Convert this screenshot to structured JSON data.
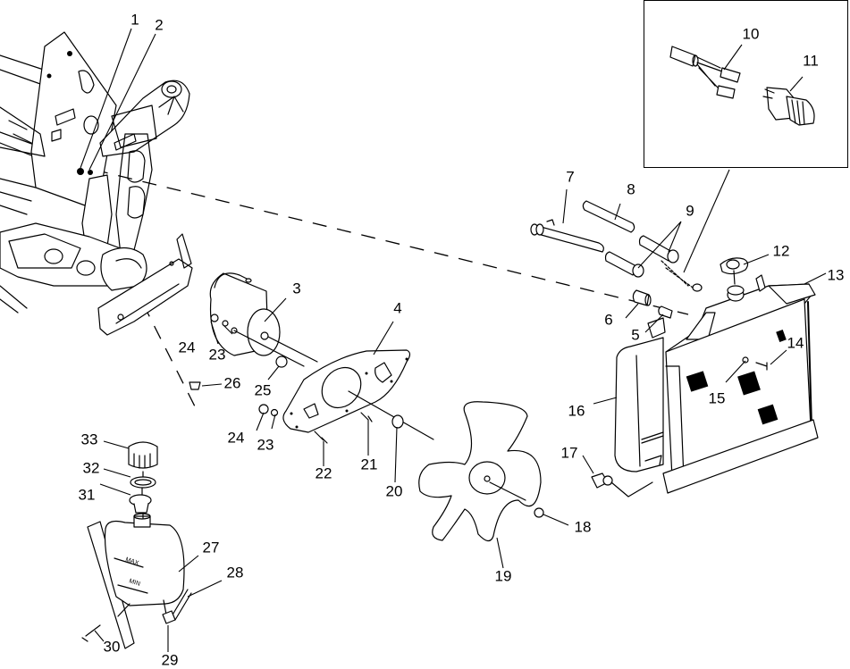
{
  "diagram": {
    "type": "exploded-parts-diagram",
    "subject": "cooling system (radiator, fan, fan motor, coolant reservoir, hoses, frame)",
    "colors": {
      "line": "#000000",
      "background": "#ffffff"
    },
    "inset": {
      "parts": [
        "10",
        "11"
      ],
      "description": "detail box: wiring harness connector and temperature switch"
    },
    "reservoir_labels": {
      "max": "MAX",
      "min": "MIN"
    },
    "callouts": [
      {
        "id": "1",
        "label": "1",
        "part": "frame fastener"
      },
      {
        "id": "2",
        "label": "2",
        "part": "frame fastener"
      },
      {
        "id": "3",
        "label": "3",
        "part": "fan motor"
      },
      {
        "id": "4",
        "label": "4",
        "part": "fan motor mounting plate"
      },
      {
        "id": "5",
        "label": "5",
        "part": "hose fitting"
      },
      {
        "id": "6",
        "label": "6",
        "part": "hose fitting"
      },
      {
        "id": "7",
        "label": "7",
        "part": "coolant hose"
      },
      {
        "id": "8",
        "label": "8",
        "part": "coolant hose"
      },
      {
        "id": "9",
        "label": "9",
        "part": "hose clamps"
      },
      {
        "id": "10",
        "label": "10",
        "part": "wiring harness connector"
      },
      {
        "id": "11",
        "label": "11",
        "part": "temperature switch"
      },
      {
        "id": "12",
        "label": "12",
        "part": "radiator cap"
      },
      {
        "id": "13",
        "label": "13",
        "part": "radiator"
      },
      {
        "id": "14",
        "label": "14",
        "part": "screw"
      },
      {
        "id": "15",
        "label": "15",
        "part": "washer"
      },
      {
        "id": "16",
        "label": "16",
        "part": "fan shroud"
      },
      {
        "id": "17",
        "label": "17",
        "part": "drain petcock"
      },
      {
        "id": "18",
        "label": "18",
        "part": "nut"
      },
      {
        "id": "19",
        "label": "19",
        "part": "fan blade"
      },
      {
        "id": "20",
        "label": "20",
        "part": "spacer"
      },
      {
        "id": "21",
        "label": "21",
        "part": "screw"
      },
      {
        "id": "22",
        "label": "22",
        "part": "screw"
      },
      {
        "id": "23",
        "label": "23",
        "part": "lock washer"
      },
      {
        "id": "24",
        "label": "24",
        "part": "nut"
      },
      {
        "id": "25",
        "label": "25",
        "part": "bushing"
      },
      {
        "id": "26",
        "label": "26",
        "part": "grommet"
      },
      {
        "id": "27",
        "label": "27",
        "part": "coolant reservoir"
      },
      {
        "id": "28",
        "label": "28",
        "part": "overflow hose"
      },
      {
        "id": "29",
        "label": "29",
        "part": "hose clamp"
      },
      {
        "id": "30",
        "label": "30",
        "part": "screw"
      },
      {
        "id": "31",
        "label": "31",
        "part": "filler neck"
      },
      {
        "id": "32",
        "label": "32",
        "part": "gasket"
      },
      {
        "id": "33",
        "label": "33",
        "part": "reservoir cap"
      }
    ]
  }
}
